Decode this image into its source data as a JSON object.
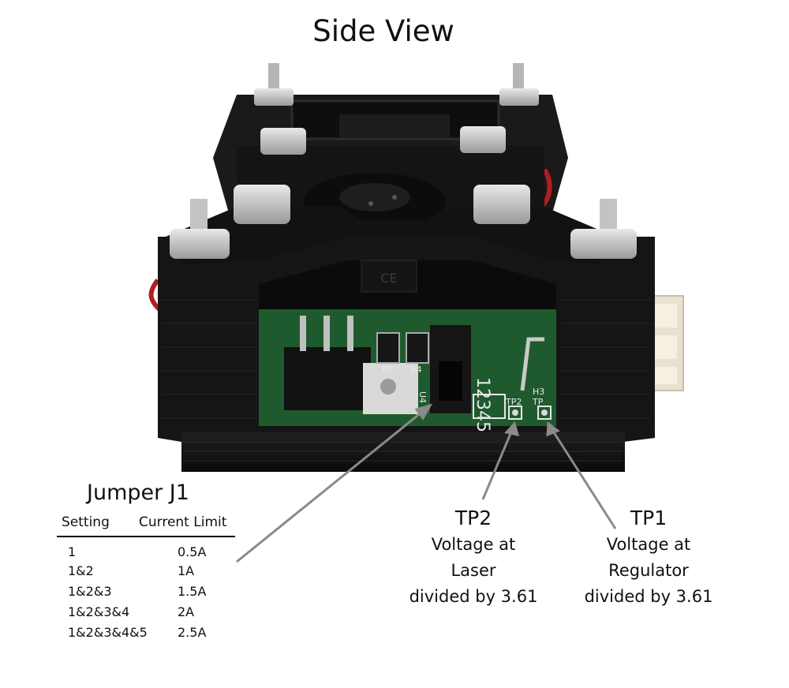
{
  "title": "Side View",
  "jumper": {
    "title": "Jumper J1",
    "headers": [
      "Setting",
      "Current Limit"
    ],
    "rows": [
      [
        "1",
        "0.5A"
      ],
      [
        "1&2",
        "1A"
      ],
      [
        "1&2&3",
        "1.5A"
      ],
      [
        "1&2&3&4",
        "2A"
      ],
      [
        "1&2&3&4&5",
        "2.5A"
      ]
    ]
  },
  "tp2": {
    "name": "TP2",
    "lines": [
      "Voltage at",
      "Laser",
      "divided by 3.61"
    ]
  },
  "tp1": {
    "name": "TP1",
    "lines": [
      "Voltage at",
      "Regulator",
      "divided by 3.61"
    ]
  },
  "board_silkscreen": {
    "resistor_left": "R8",
    "resistor_right": "R4",
    "chip": "U4",
    "jumper_numbers": "12345",
    "tp2_label": "TP2",
    "tp1_label": "TP",
    "header_label": "H3"
  },
  "colors": {
    "housing": "#141414",
    "pcb": "#1f5a2e",
    "arrow": "#8a8a8a",
    "nut": "#c8c8c8"
  }
}
